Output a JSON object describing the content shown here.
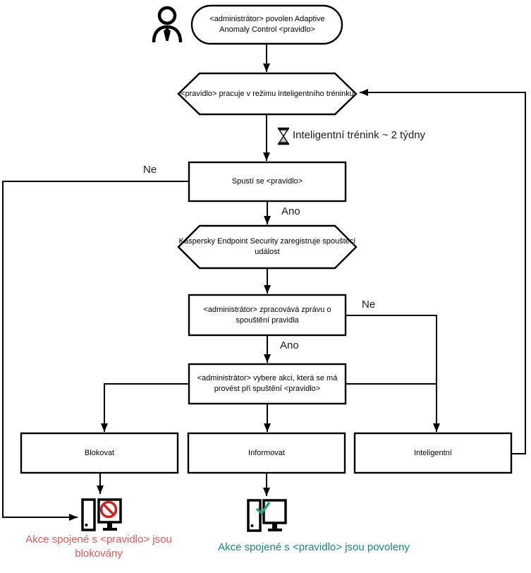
{
  "page": {
    "background": "#ffffff"
  },
  "flowchart": {
    "nodes": {
      "start": "<administrátor> povolen Adaptive Anomaly Control <pravidlo>",
      "training": "<pravidlo> pracuje v režimu inteligentního tréninku",
      "trigger": "Spustí se <pravidlo>",
      "register": "Kaspersky Endpoint Security zaregistruje spouštěcí událost",
      "review": "<administrátor> zpracovává zprávu o spouštění pravidla",
      "choose": "<administrátor> vybere akci, která se má provést při spuštění <pravidlo>",
      "block": "Blokovat",
      "inform": "Informovat",
      "smart": "Inteligentní"
    },
    "labels": {
      "trigger_no": "Ne",
      "trigger_yes": "Ano",
      "review_no": "Ne",
      "review_yes": "Ano",
      "training_time": "Inteligentní trénink ~ 2 týdny"
    },
    "outcomes": {
      "blocked": "Akce spojené s <pravidlo> jsou blokovány",
      "allowed": "Akce spojené s <pravidlo> jsou povoleny"
    },
    "icons": {
      "actor": "administrator-person-icon",
      "timer": "hourglass-icon",
      "blocked": "computer-blocked-icon",
      "allowed": "computer-allowed-icon"
    },
    "colors": {
      "line": "#000000",
      "blocked_text": "#d95b56",
      "allowed_text": "#1f8286",
      "prohibition_sign": "#c62323",
      "check_sign": "#21a575"
    }
  }
}
